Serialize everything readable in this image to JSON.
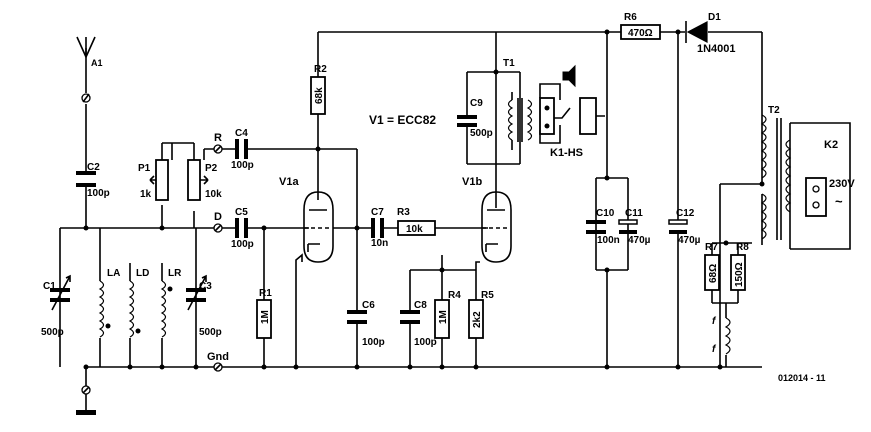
{
  "title": "V1 = ECC82",
  "figure_id": "012014 - 11",
  "terminals": {
    "r": "R",
    "d": "D",
    "gnd": "Gnd",
    "mains": "230V",
    "ac": "~"
  },
  "components": {
    "A1": "A1",
    "C1": {
      "ref": "C1",
      "value": "500p"
    },
    "C2": {
      "ref": "C2",
      "value": "100p"
    },
    "C3": {
      "ref": "C3",
      "value": "500p"
    },
    "C4": {
      "ref": "C4",
      "value": "100p"
    },
    "C5": {
      "ref": "C5",
      "value": "100p"
    },
    "C6": {
      "ref": "C6",
      "value": "100p"
    },
    "C7": {
      "ref": "C7",
      "value": "10n"
    },
    "C8": {
      "ref": "C8",
      "value": "100p"
    },
    "C9": {
      "ref": "C9",
      "value": "500p"
    },
    "C10": {
      "ref": "C10",
      "value": "100n"
    },
    "C11": {
      "ref": "C11",
      "value": "470µ"
    },
    "C12": {
      "ref": "C12",
      "value": "470µ"
    },
    "P1": {
      "ref": "P1",
      "value": "1k"
    },
    "P2": {
      "ref": "P2",
      "value": "10k"
    },
    "R1": {
      "ref": "R1",
      "value": "1M"
    },
    "R2": {
      "ref": "R2",
      "value": "68k"
    },
    "R3": {
      "ref": "R3",
      "value": "10k"
    },
    "R4": {
      "ref": "R4",
      "value": "1M"
    },
    "R5": {
      "ref": "R5",
      "value": "2k2"
    },
    "R6": {
      "ref": "R6",
      "value": "470Ω"
    },
    "R7": {
      "ref": "R7",
      "value": "68Ω"
    },
    "R8": {
      "ref": "R8",
      "value": "150Ω"
    },
    "D1": {
      "ref": "D1",
      "value": "1N4001"
    },
    "LA": "LA",
    "LD": "LD",
    "LR": "LR",
    "V1a": "V1a",
    "V1b": "V1b",
    "T1": "T1",
    "T2": "T2",
    "K1": "K1-HS",
    "K2": "K2",
    "f_upper": "f",
    "f_lower": "f"
  }
}
